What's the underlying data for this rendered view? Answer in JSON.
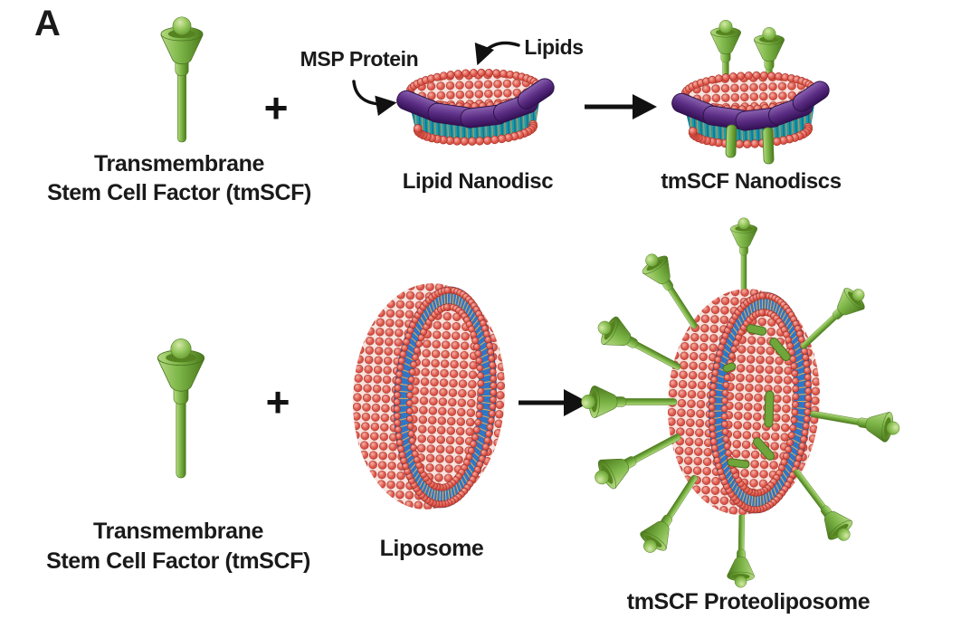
{
  "panel": {
    "label": "A"
  },
  "colors": {
    "green": "#76B043",
    "purple": "#5B2D84",
    "lipid_red": "#DD5248",
    "tail_teal": "#1F9AAD",
    "membrane_blue": "#2E77C8",
    "text": "#1A1A1A"
  },
  "row1": {
    "tmscf": {
      "label_line1": "Transmembrane",
      "label_line2": "Stem Cell Factor (tmSCF)"
    },
    "plus": "+",
    "nanodisc": {
      "msp_label": "MSP Protein",
      "lipids_label": "Lipids",
      "label": "Lipid Nanodisc"
    },
    "product": {
      "label": "tmSCF Nanodiscs"
    }
  },
  "row2": {
    "tmscf": {
      "label_line1": "Transmembrane",
      "label_line2": "Stem Cell Factor (tmSCF)"
    },
    "plus": "+",
    "liposome": {
      "label": "Liposome"
    },
    "product": {
      "label": "tmSCF Proteoliposome"
    }
  }
}
